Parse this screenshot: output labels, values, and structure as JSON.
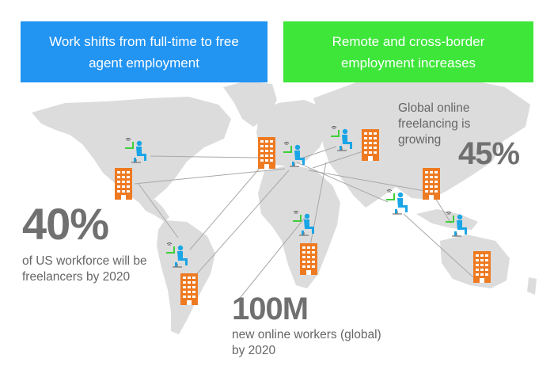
{
  "banners": {
    "left": "Work shifts from full-time to free agent employment",
    "right": "Remote and cross-border employment increases"
  },
  "stats": {
    "us_value": "40%",
    "us_text": "of US workforce will be freelancers by 2020",
    "global_value": "100M",
    "global_text": "new online workers (global) by 2020",
    "online_value": "45%",
    "online_text": "Global online freelancing is growing"
  },
  "icons": {
    "building": "office-building-icon",
    "worker": "freelancer-at-laptop-icon",
    "wifi": "wifi-signal-icon"
  },
  "colors": {
    "banner_left": "#2294f2",
    "banner_right": "#3ee63a",
    "building": "#ee7a22",
    "worker": "#1aa5e6",
    "laptop": "#3ecf3a",
    "map": "#dcdcdc",
    "connection_line": "#a8a8a8",
    "stat_text": "#707070"
  }
}
